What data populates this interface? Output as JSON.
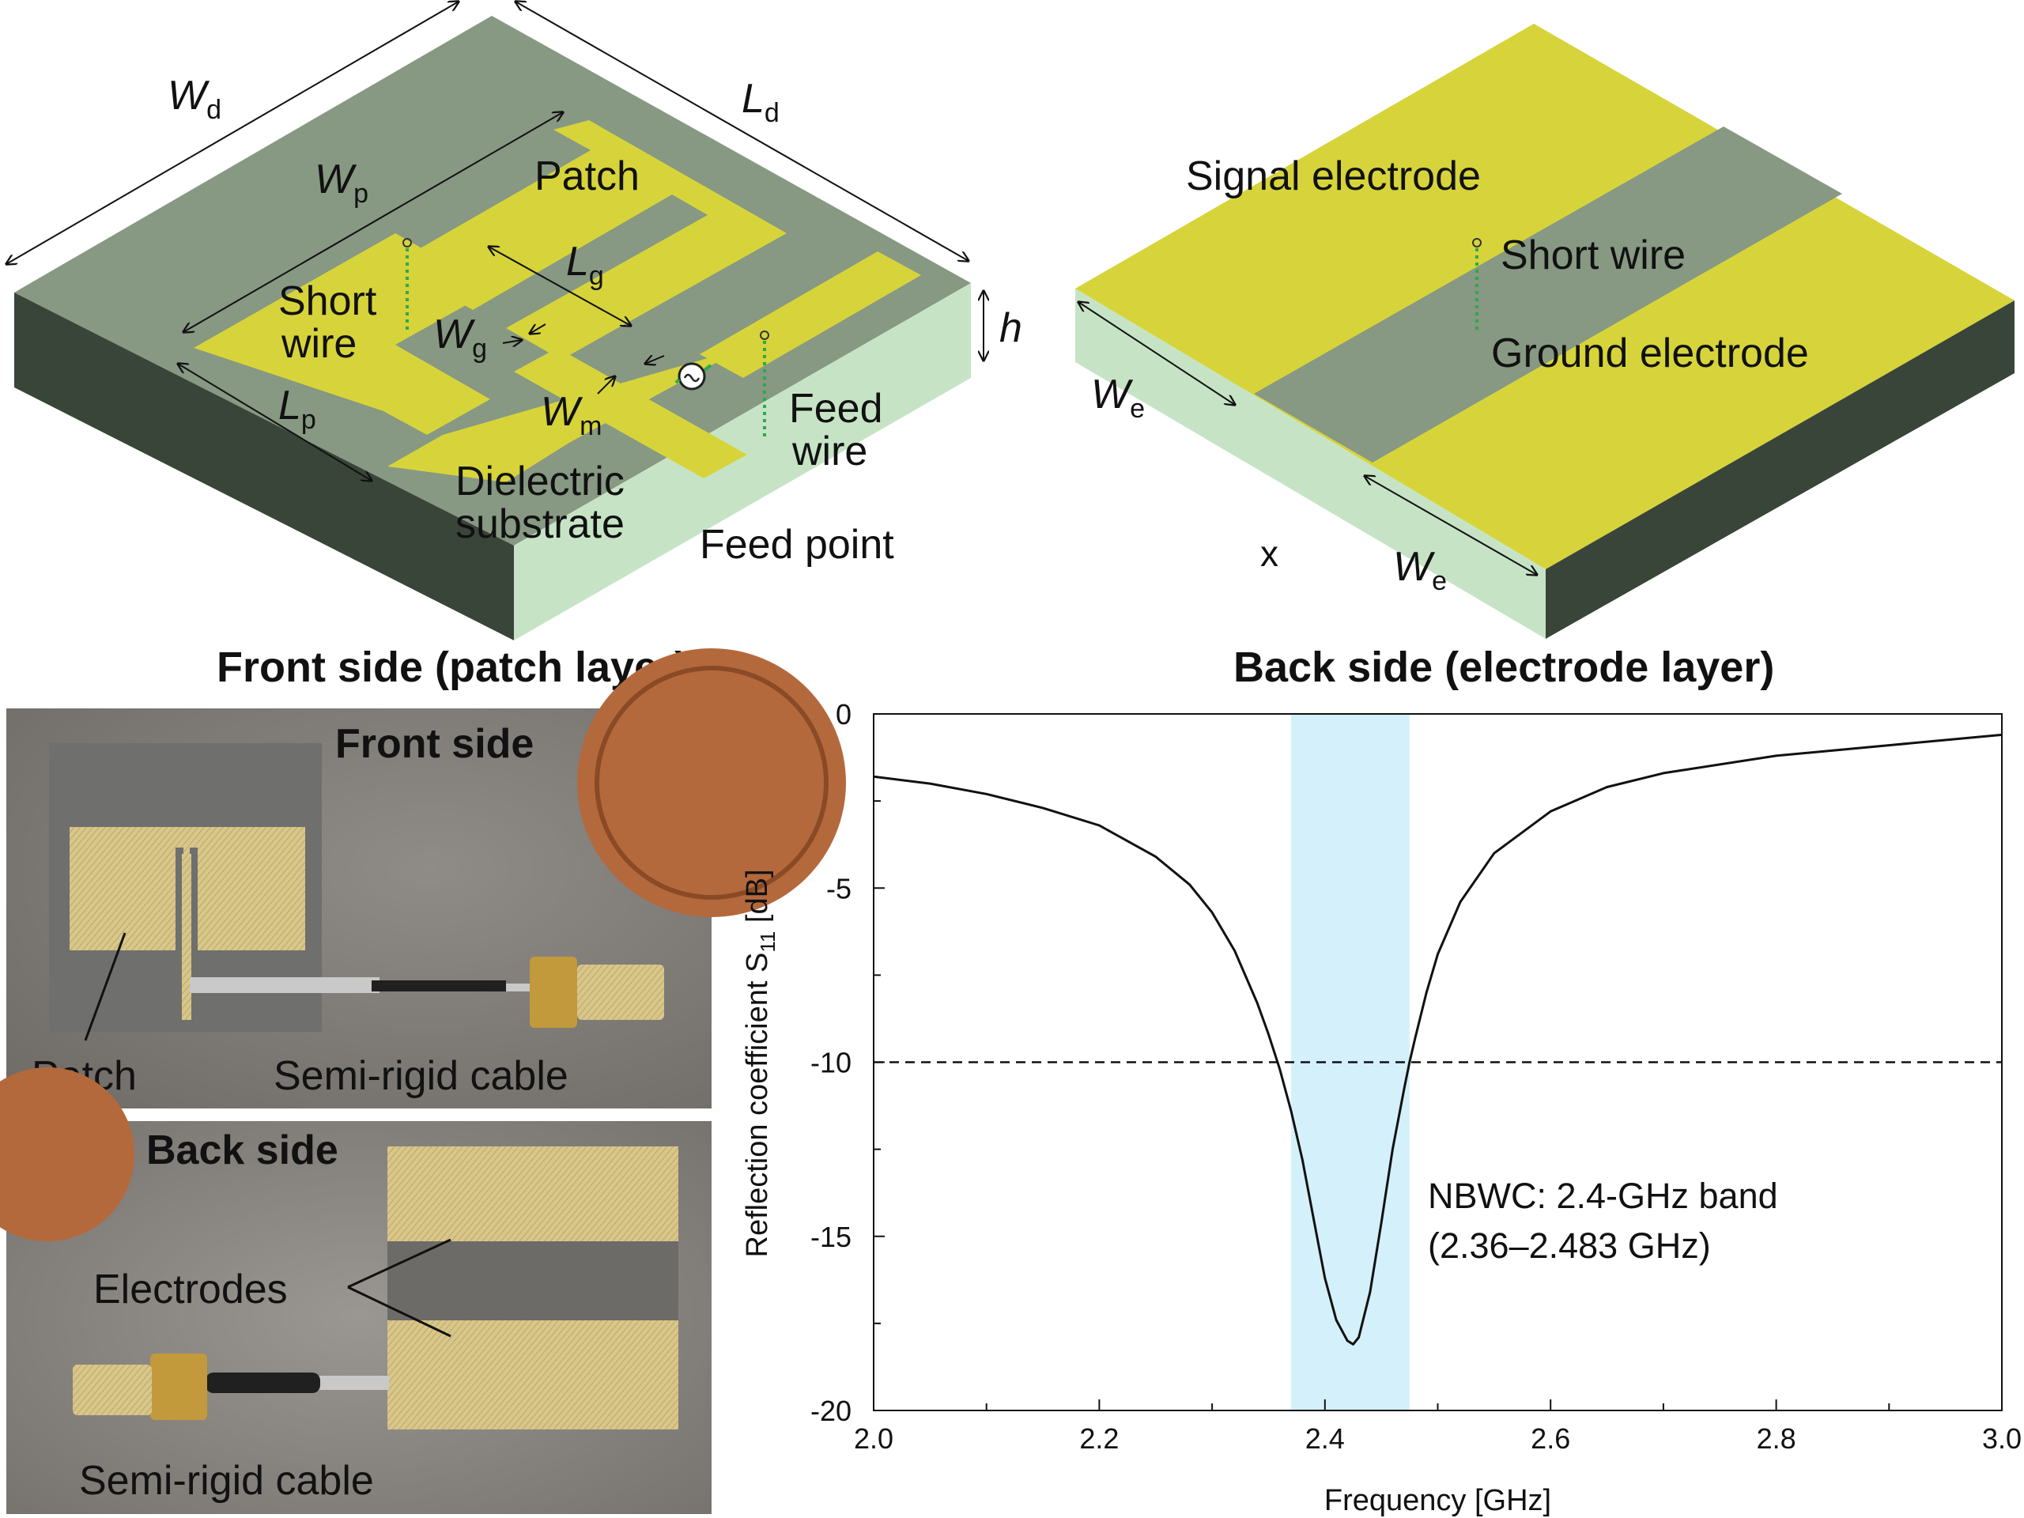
{
  "front_diagram": {
    "caption": "Front side (patch layer)",
    "labels": {
      "wd": "W",
      "wd_sub": "d",
      "ld": "L",
      "ld_sub": "d",
      "wp": "W",
      "wp_sub": "p",
      "lp": "L",
      "lp_sub": "p",
      "lg": "L",
      "lg_sub": "g",
      "wg": "W",
      "wg_sub": "g",
      "wm": "W",
      "wm_sub": "m",
      "h": "h",
      "patch": "Patch",
      "short_wire_1": "Short",
      "short_wire_2": "wire",
      "feed_wire_1": "Feed",
      "feed_wire_2": "wire",
      "dielectric_1": "Dielectric",
      "dielectric_2": "substrate",
      "feed_point": "Feed point"
    }
  },
  "back_diagram": {
    "caption": "Back side (electrode layer)",
    "labels": {
      "signal_electrode": "Signal electrode",
      "short_wire": "Short wire",
      "ground_electrode": "Ground electrode",
      "we_1": "W",
      "we_1_sub": "e",
      "we_2": "W",
      "we_2_sub": "e",
      "x": "x"
    }
  },
  "photos": {
    "front": {
      "title": "Front side",
      "patch": "Patch",
      "cable": "Semi-rigid cable"
    },
    "back": {
      "title": "Back side",
      "electrodes": "Electrodes",
      "cable": "Semi-rigid cable"
    }
  },
  "colors": {
    "substrate_top": "#879883",
    "substrate_left": "#394539",
    "substrate_front": "#c6e4c5",
    "metal": "#d6d43a",
    "band": "#d4f0fb",
    "wire": "#2fa84a"
  },
  "chart_data": {
    "type": "line",
    "title": "",
    "xlabel": "Frequency [GHz]",
    "ylabel": "Reflection coefficient S",
    "ylabel_sub": "11",
    "ylabel_unit": " [dB]",
    "xlim": [
      2.0,
      3.0
    ],
    "ylim": [
      -20,
      0
    ],
    "x_ticks": [
      2.0,
      2.2,
      2.4,
      2.6,
      2.8,
      3.0
    ],
    "x_tick_labels": [
      "2.0",
      "2.2",
      "2.4",
      "2.6",
      "2.8",
      "3.0"
    ],
    "y_ticks": [
      0,
      -5,
      -10,
      -15,
      -20
    ],
    "y_tick_labels": [
      "0",
      "-5",
      "-10",
      "-15",
      "-20"
    ],
    "grid": false,
    "reference_line": {
      "y": -10,
      "style": "dashed"
    },
    "band": {
      "x_start": 2.37,
      "x_end": 2.475
    },
    "annotation": [
      "NBWC: 2.4-GHz band",
      "(2.36–2.483 GHz)"
    ],
    "series": [
      {
        "x": [
          2.0,
          2.05,
          2.1,
          2.15,
          2.2,
          2.25,
          2.28,
          2.3,
          2.32,
          2.34,
          2.35,
          2.36,
          2.37,
          2.38,
          2.39,
          2.4,
          2.41,
          2.42,
          2.425,
          2.43,
          2.44,
          2.45,
          2.46,
          2.47,
          2.475,
          2.48,
          2.49,
          2.5,
          2.52,
          2.55,
          2.6,
          2.65,
          2.7,
          2.8,
          2.9,
          3.0
        ],
        "y": [
          -1.8,
          -2.0,
          -2.3,
          -2.7,
          -3.2,
          -4.1,
          -4.9,
          -5.7,
          -6.8,
          -8.3,
          -9.2,
          -10.2,
          -11.4,
          -12.8,
          -14.5,
          -16.2,
          -17.4,
          -18.0,
          -18.1,
          -17.9,
          -16.6,
          -14.6,
          -12.5,
          -10.8,
          -10.0,
          -9.3,
          -8.0,
          -6.9,
          -5.4,
          -4.0,
          -2.8,
          -2.1,
          -1.7,
          -1.2,
          -0.9,
          -0.6
        ]
      }
    ]
  }
}
